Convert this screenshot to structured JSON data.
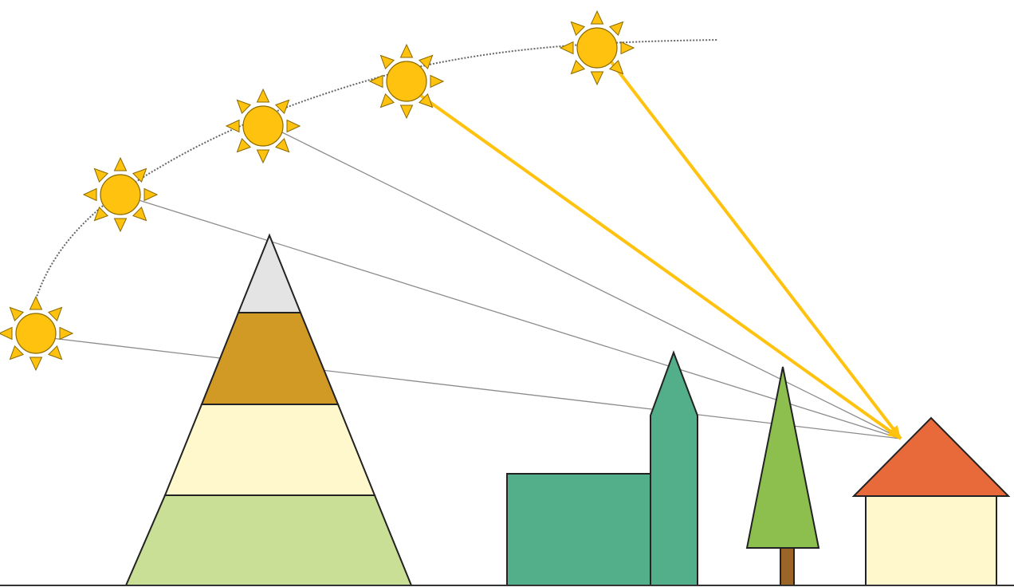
{
  "colors": {
    "background": "#ffffff",
    "sun_fill": "#FFC20E",
    "sun_stroke": "#8a6a00",
    "ray_lit": "#FFC20E",
    "ray_shadowed": "#8c8c8c",
    "sun_path": "#666666",
    "mountain_snow": "#E4E4E4",
    "mountain_rock": "#D09A25",
    "mountain_meadow": "#FFF8CC",
    "mountain_base": "#CADF96",
    "church": "#52AF8A",
    "tree_crown": "#8DBF4E",
    "tree_trunk": "#9C6528",
    "house_roof": "#E8693A",
    "house_wall": "#FFF8CC",
    "outline": "#222222",
    "ground": "#333333"
  },
  "elements": {
    "suns": [
      {
        "name": "sun-1",
        "ray": "shadowed"
      },
      {
        "name": "sun-2",
        "ray": "shadowed"
      },
      {
        "name": "sun-3",
        "ray": "shadowed"
      },
      {
        "name": "sun-4",
        "ray": "lit"
      },
      {
        "name": "sun-5",
        "ray": "lit"
      }
    ],
    "mountain_layers": [
      "mountain_snow",
      "mountain_rock",
      "mountain_meadow",
      "mountain_base"
    ]
  }
}
